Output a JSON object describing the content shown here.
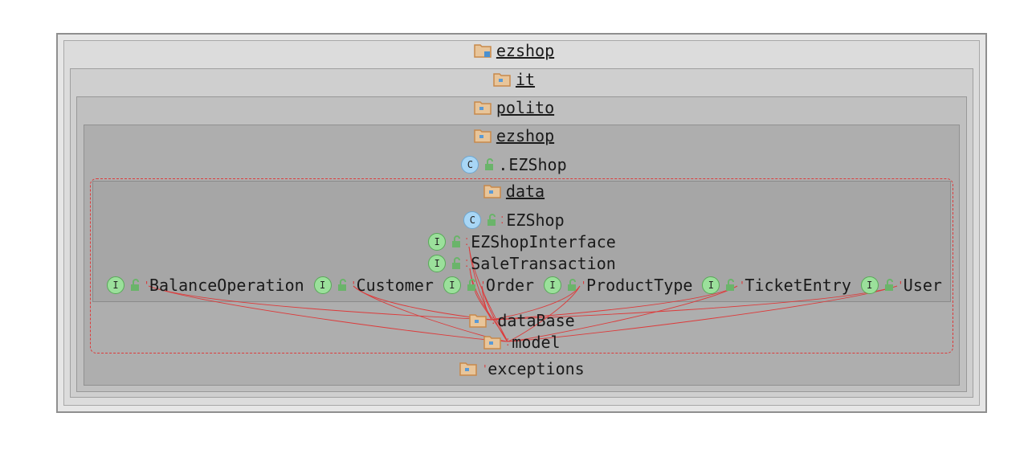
{
  "packages": {
    "root": "ezshop",
    "it": "it",
    "polito": "polito",
    "ezshop": "ezshop",
    "data": "data",
    "dataBase": "dataBase",
    "model": "model",
    "exceptions": "exceptions"
  },
  "classes": {
    "ezshop_class": "EZShop",
    "data_class": "EZShop"
  },
  "interfaces": {
    "ezshop_interface": "EZShopInterface",
    "sale_transaction": "SaleTransaction",
    "row": [
      "BalanceOperation",
      "Customer",
      "Order",
      "ProductType",
      "TicketEntry",
      "User"
    ]
  },
  "badges": {
    "class": "C",
    "interface": "I"
  },
  "colors": {
    "edge": "#dd3a3a",
    "class_badge": "#a8d6f5",
    "interface_badge": "#9be09b",
    "folder": "#d49a55"
  },
  "icons": {
    "class": "class-icon",
    "interface": "interface-icon",
    "public": "unlock-icon",
    "package": "folder-icon"
  }
}
